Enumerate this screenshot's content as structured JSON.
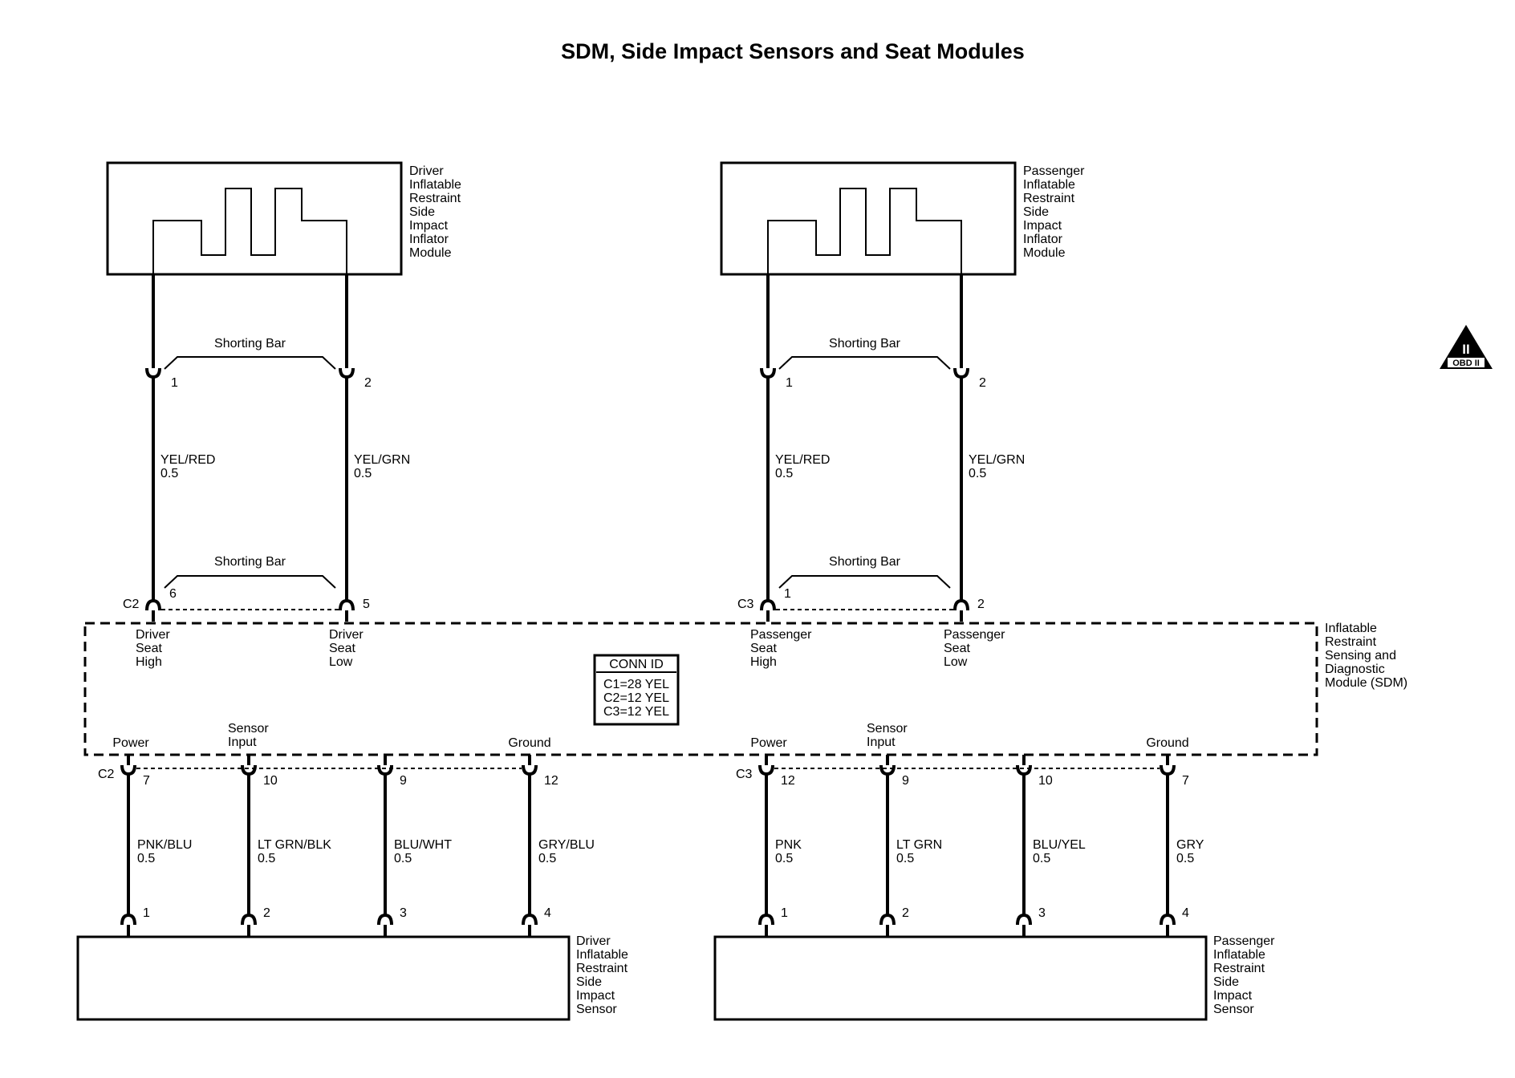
{
  "title": "SDM, Side Impact Sensors and Seat Modules",
  "colors": {
    "ink": "#000000",
    "background": "#ffffff"
  },
  "modules": {
    "driver_inflator": [
      "Driver",
      "Inflatable",
      "Restraint",
      "Side",
      "Impact",
      "Inflator",
      "Module"
    ],
    "passenger_inflator": [
      "Passenger",
      "Inflatable",
      "Restraint",
      "Side",
      "Impact",
      "Inflator",
      "Module"
    ],
    "sdm": [
      "Inflatable",
      "Restraint",
      "Sensing and",
      "Diagnostic",
      "Module (SDM)"
    ],
    "driver_sensor": [
      "Driver",
      "Inflatable",
      "Restraint",
      "Side",
      "Impact",
      "Sensor"
    ],
    "passenger_sensor": [
      "Passenger",
      "Inflatable",
      "Restraint",
      "Side",
      "Impact",
      "Sensor"
    ]
  },
  "shorting_bar_label": "Shorting Bar",
  "conn_id": {
    "heading": "CONN ID",
    "lines": [
      "C1=28 YEL",
      "C2=12 YEL",
      "C3=12 YEL"
    ]
  },
  "obd_badge": {
    "numeral": "II",
    "text": "OBD II",
    "icon": "obd-ii-triangle-icon"
  },
  "driver_upper": {
    "inflator_pins": [
      "1",
      "2"
    ],
    "wires": [
      {
        "color": "YEL/RED",
        "gauge": "0.5"
      },
      {
        "color": "YEL/GRN",
        "gauge": "0.5"
      }
    ],
    "sdm_connector": "C2",
    "sdm_pins": [
      "6",
      "5"
    ],
    "sdm_labels": [
      [
        "Driver",
        "Seat",
        "High"
      ],
      [
        "Driver",
        "Seat",
        "Low"
      ]
    ]
  },
  "passenger_upper": {
    "inflator_pins": [
      "1",
      "2"
    ],
    "wires": [
      {
        "color": "YEL/RED",
        "gauge": "0.5"
      },
      {
        "color": "YEL/GRN",
        "gauge": "0.5"
      }
    ],
    "sdm_connector": "C3",
    "sdm_pins": [
      "1",
      "2"
    ],
    "sdm_labels": [
      [
        "Passenger",
        "Seat",
        "High"
      ],
      [
        "Passenger",
        "Seat",
        "Low"
      ]
    ]
  },
  "driver_lower": {
    "sdm_connector": "C2",
    "function_labels": [
      [
        "Power"
      ],
      [
        "Sensor",
        "Input"
      ],
      [],
      [
        "Ground"
      ]
    ],
    "sdm_pins": [
      "7",
      "10",
      "9",
      "12"
    ],
    "wires": [
      {
        "color": "PNK/BLU",
        "gauge": "0.5"
      },
      {
        "color": "LT GRN/BLK",
        "gauge": "0.5"
      },
      {
        "color": "BLU/WHT",
        "gauge": "0.5"
      },
      {
        "color": "GRY/BLU",
        "gauge": "0.5"
      }
    ],
    "sensor_pins": [
      "1",
      "2",
      "3",
      "4"
    ]
  },
  "passenger_lower": {
    "sdm_connector": "C3",
    "function_labels": [
      [
        "Power"
      ],
      [
        "Sensor",
        "Input"
      ],
      [],
      [
        "Ground"
      ]
    ],
    "sdm_pins": [
      "12",
      "9",
      "10",
      "7"
    ],
    "wires": [
      {
        "color": "PNK",
        "gauge": "0.5"
      },
      {
        "color": "LT GRN",
        "gauge": "0.5"
      },
      {
        "color": "BLU/YEL",
        "gauge": "0.5"
      },
      {
        "color": "GRY",
        "gauge": "0.5"
      }
    ],
    "sensor_pins": [
      "1",
      "2",
      "3",
      "4"
    ]
  }
}
